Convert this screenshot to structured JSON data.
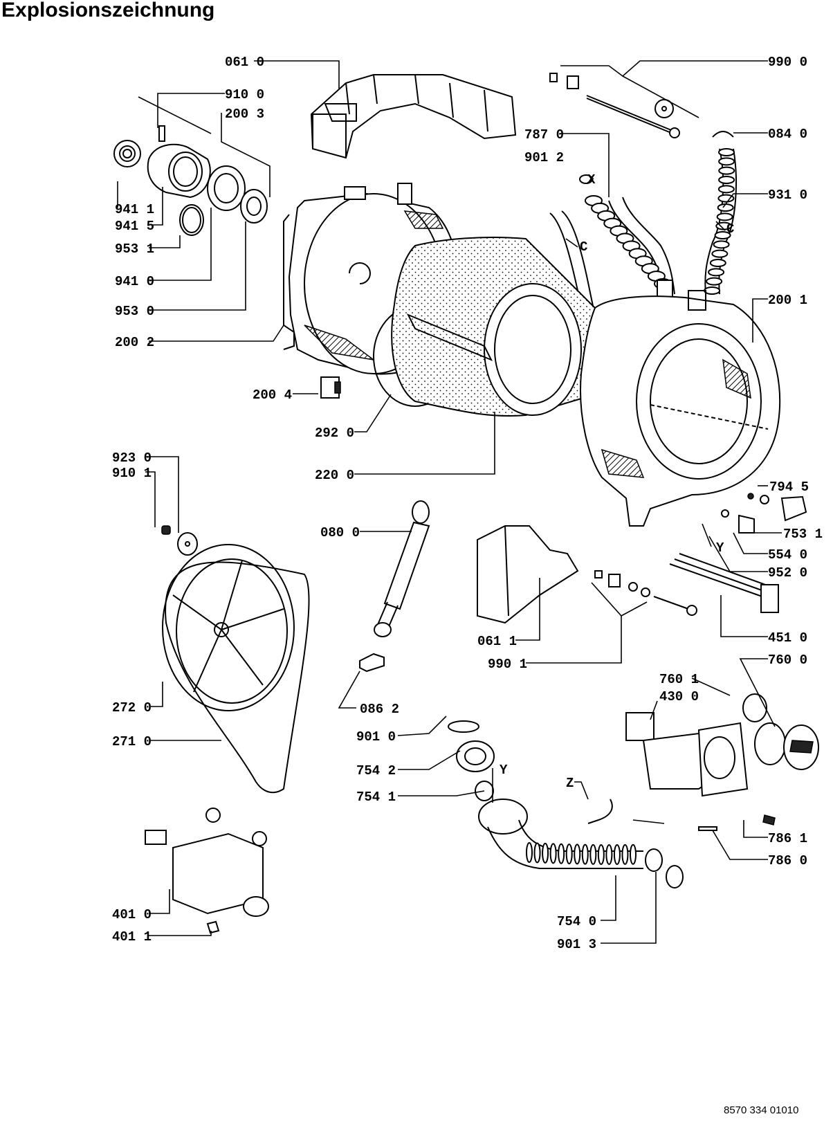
{
  "title": "Explosionszeichnung",
  "document_number": "8570 334 01010",
  "labels": [
    {
      "id": "0610",
      "text": "061 0"
    },
    {
      "id": "9100a",
      "text": "910 0"
    },
    {
      "id": "2003",
      "text": "200 3"
    },
    {
      "id": "9900",
      "text": "990 0"
    },
    {
      "id": "0840",
      "text": "084 0"
    },
    {
      "id": "7870",
      "text": "787 0"
    },
    {
      "id": "9012",
      "text": "901 2"
    },
    {
      "id": "X",
      "text": "X"
    },
    {
      "id": "9310",
      "text": "931 0"
    },
    {
      "id": "C1",
      "text": "C"
    },
    {
      "id": "C2",
      "text": "C"
    },
    {
      "id": "9411",
      "text": "941 1"
    },
    {
      "id": "9415",
      "text": "941 5"
    },
    {
      "id": "9531",
      "text": "953 1"
    },
    {
      "id": "9410",
      "text": "941 0"
    },
    {
      "id": "9530",
      "text": "953 0"
    },
    {
      "id": "2002",
      "text": "200 2"
    },
    {
      "id": "2001",
      "text": "200 1"
    },
    {
      "id": "2004",
      "text": "200 4"
    },
    {
      "id": "2920",
      "text": "292 0"
    },
    {
      "id": "2200",
      "text": "220 0"
    },
    {
      "id": "9230",
      "text": "923 0"
    },
    {
      "id": "9101",
      "text": "910 1"
    },
    {
      "id": "0800",
      "text": "080 0"
    },
    {
      "id": "7945",
      "text": "794 5"
    },
    {
      "id": "7531",
      "text": "753 1"
    },
    {
      "id": "Y1",
      "text": "Y"
    },
    {
      "id": "5540",
      "text": "554 0"
    },
    {
      "id": "9520",
      "text": "952 0"
    },
    {
      "id": "0611",
      "text": "061 1"
    },
    {
      "id": "9901",
      "text": "990 1"
    },
    {
      "id": "4510",
      "text": "451 0"
    },
    {
      "id": "7600",
      "text": "760 0"
    },
    {
      "id": "7601",
      "text": "760 1"
    },
    {
      "id": "4300",
      "text": "430 0"
    },
    {
      "id": "0862",
      "text": "086 2"
    },
    {
      "id": "2720",
      "text": "272 0"
    },
    {
      "id": "9010",
      "text": "901 0"
    },
    {
      "id": "2710",
      "text": "271 0"
    },
    {
      "id": "7542",
      "text": "754 2"
    },
    {
      "id": "Y2",
      "text": "Y"
    },
    {
      "id": "7541",
      "text": "754 1"
    },
    {
      "id": "Z",
      "text": "Z"
    },
    {
      "id": "7861",
      "text": "786 1"
    },
    {
      "id": "7860",
      "text": "786 0"
    },
    {
      "id": "4010",
      "text": "401 0"
    },
    {
      "id": "4011",
      "text": "401 1"
    },
    {
      "id": "7540",
      "text": "754 0"
    },
    {
      "id": "9013",
      "text": "901 3"
    }
  ]
}
